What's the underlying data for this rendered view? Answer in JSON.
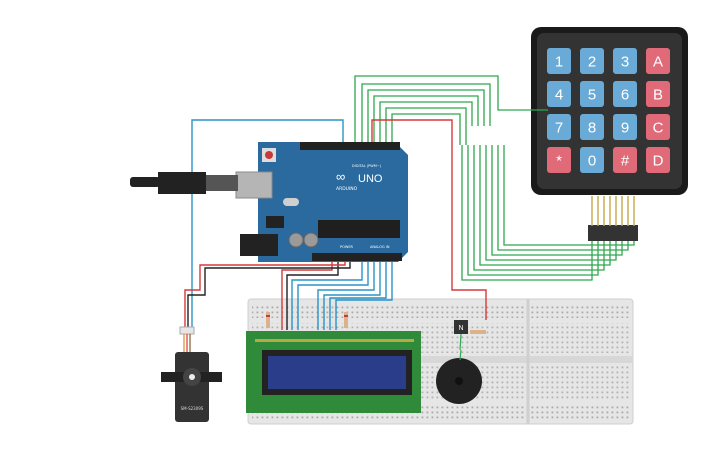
{
  "arduino": {
    "brand": "ARDUINO",
    "model": "UNO",
    "digital_label": "DIGITAL (PWM~)",
    "power_label": "POWER",
    "analog_label": "ANALOG IN",
    "color": "#2a6a9e"
  },
  "keypad": {
    "keys": [
      [
        "1",
        "2",
        "3",
        "A"
      ],
      [
        "4",
        "5",
        "6",
        "B"
      ],
      [
        "7",
        "8",
        "9",
        "C"
      ],
      [
        "*",
        "0",
        "#",
        "D"
      ]
    ],
    "digit_color": "#6aaad6",
    "letter_color": "#e06a77"
  },
  "servo": {
    "label": "SM-S2309S"
  },
  "transistor": {
    "label": "N"
  },
  "wire_colors": {
    "green": "#2fa84f",
    "blue": "#2a94c8",
    "red": "#d63a3a",
    "black": "#222222",
    "orange": "#e08a30"
  }
}
